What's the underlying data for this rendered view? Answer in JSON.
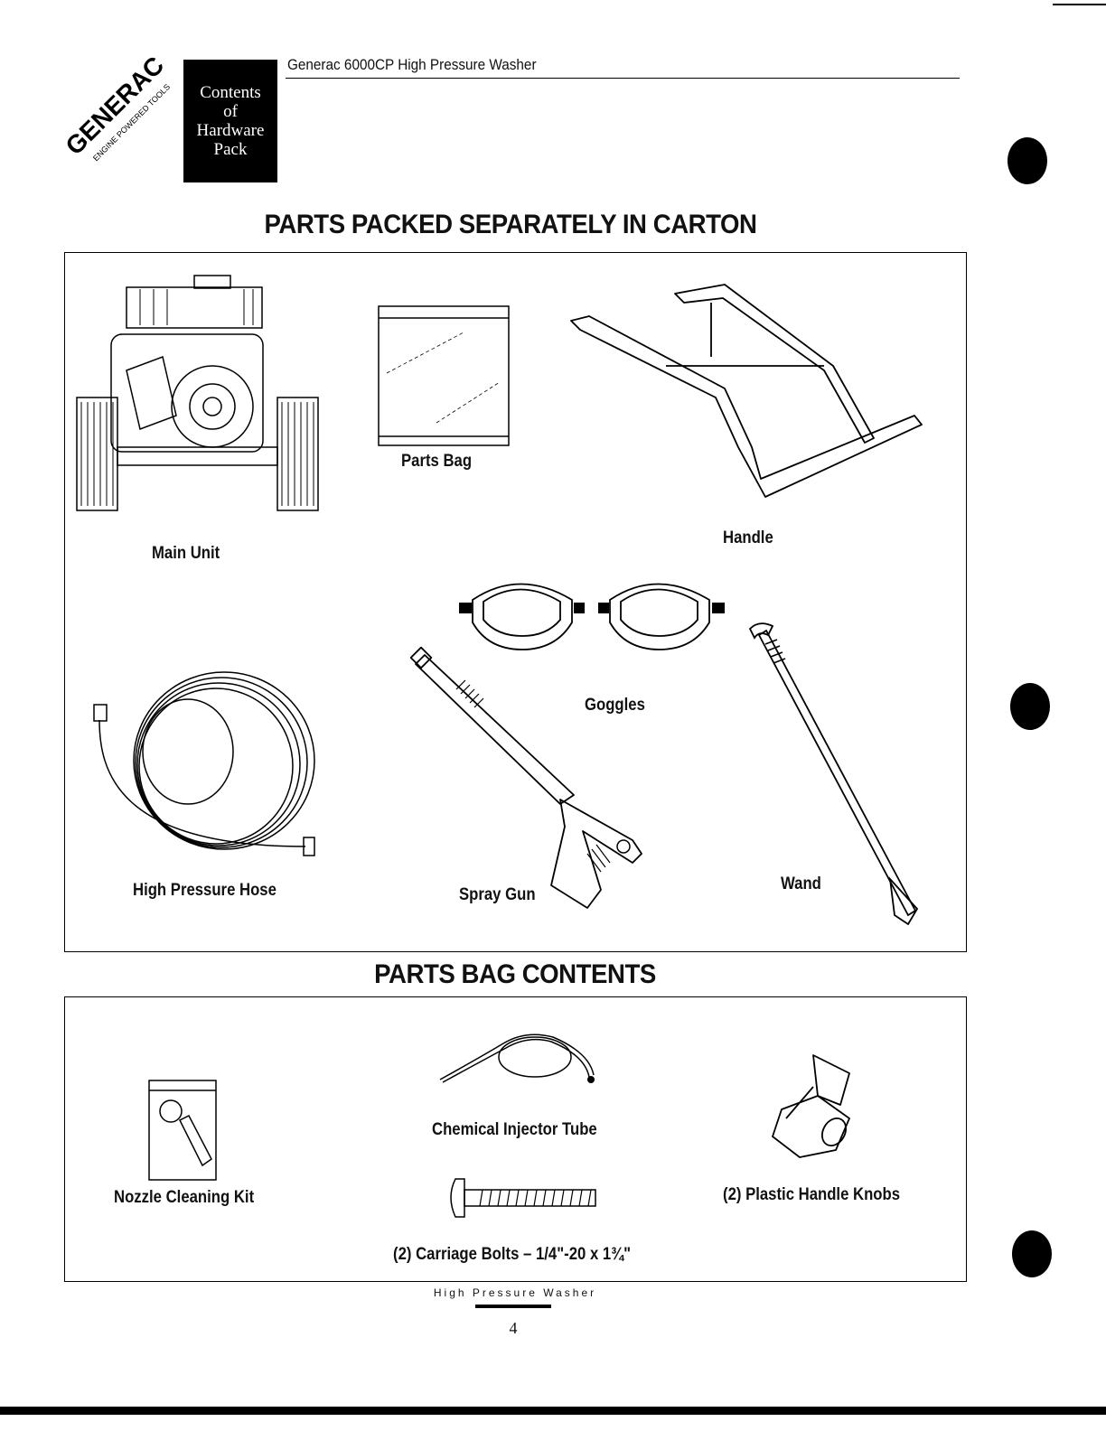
{
  "header": {
    "title": "Generac 6000CP  High Pressure Washer",
    "logo_text": "GENERAC",
    "logo_subtext": "ENGINE POWERED TOOLS",
    "contents_box": [
      "Contents",
      "of",
      "Hardware",
      "Pack"
    ]
  },
  "sections": {
    "carton_title": "PARTS PACKED SEPARATELY IN CARTON",
    "bag_title": "PARTS BAG CONTENTS"
  },
  "carton_parts": {
    "main_unit": "Main Unit",
    "parts_bag": "Parts Bag",
    "handle": "Handle",
    "goggles": "Goggles",
    "hose": "High Pressure Hose",
    "spray_gun": "Spray Gun",
    "wand": "Wand"
  },
  "bag_parts": {
    "nozzle_kit": "Nozzle Cleaning Kit",
    "injector_tube": "Chemical Injector Tube",
    "knobs": "(2) Plastic Handle Knobs",
    "bolts": "(2) Carriage Bolts – 1/4\"-20 x 1¾\""
  },
  "footer": {
    "label": "High Pressure Washer",
    "page": "4"
  }
}
